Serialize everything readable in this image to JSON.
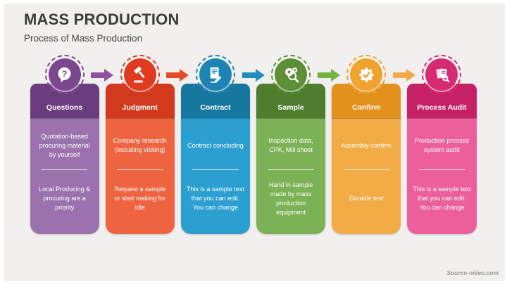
{
  "slide": {
    "title": "MASS PRODUCTION",
    "subtitle": "Process of Mass Production",
    "source": "Source-nidec.com"
  },
  "columns": [
    {
      "title": "Questions",
      "icon": "question-bubble-icon",
      "paragraphs": [
        "Quotation-based procuring material by yourself",
        "Local Producing & procuring are a priority"
      ],
      "colors": {
        "header": "#6b3d7f",
        "body": "#9c72ae",
        "circle": "#7b4790"
      }
    },
    {
      "title": "Judgment",
      "icon": "gavel-icon",
      "paragraphs": [
        "Company research (including visiting)",
        "Request a sample or start making for idle"
      ],
      "colors": {
        "header": "#d13a1e",
        "body": "#ef6440",
        "circle": "#e03a20"
      }
    },
    {
      "title": "Contract",
      "icon": "contract-signing-icon",
      "paragraphs": [
        "Contract concluding",
        "This is a sample text that you can edit. You can change"
      ],
      "colors": {
        "header": "#17789f",
        "body": "#2ba0d0",
        "circle": "#1e84b4"
      }
    },
    {
      "title": "Sample",
      "icon": "inspection-gears-icon",
      "paragraphs": [
        "Inspection data, CPK, Mill sheet",
        "Hand in sample made by mass production equipment"
      ],
      "colors": {
        "header": "#4e7d2e",
        "body": "#7cb256",
        "circle": "#5d8f38"
      }
    },
    {
      "title": "Confirm",
      "icon": "check-badge-icon",
      "paragraphs": [
        "Assembly confirm",
        "Durable test"
      ],
      "colors": {
        "header": "#e2911d",
        "body": "#f2ac45",
        "circle": "#f0a32e"
      }
    },
    {
      "title": "Process Audit",
      "icon": "document-audit-icon",
      "paragraphs": [
        "Production process system audit",
        "This is a sample text that you can edit. You can change"
      ],
      "colors": {
        "header": "#c62166",
        "body": "#ec5f9b",
        "circle": "#d62a72"
      }
    }
  ],
  "arrows": [
    {
      "color": "#8e52a1"
    },
    {
      "color": "#e64a28"
    },
    {
      "color": "#218cbe"
    },
    {
      "color": "#72b23e"
    },
    {
      "color": "#f2a94a"
    }
  ]
}
